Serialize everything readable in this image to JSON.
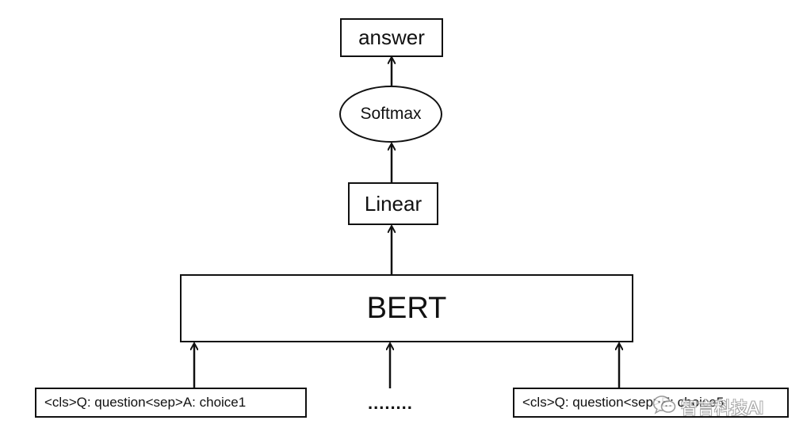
{
  "nodes": {
    "answer": "answer",
    "softmax": "Softmax",
    "linear": "Linear",
    "bert": "BERT"
  },
  "inputs": {
    "first": "<cls>Q:  question<sep>A:  choice1",
    "ellipsis": "........",
    "last": "<cls>Q:  question<sep>E:  choice5"
  },
  "watermark": {
    "text": "智言科技AI",
    "icon": "wechat-logo-icon"
  },
  "colors": {
    "stroke": "#111111",
    "background": "#ffffff"
  }
}
